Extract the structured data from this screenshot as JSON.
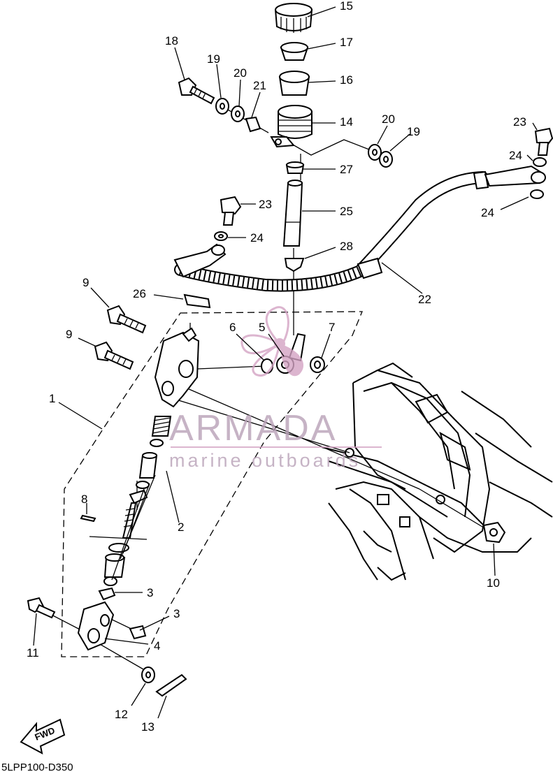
{
  "callouts": [
    {
      "n": "1"
    },
    {
      "n": "2"
    },
    {
      "n": "3"
    },
    {
      "n": "3"
    },
    {
      "n": "4"
    },
    {
      "n": "5"
    },
    {
      "n": "6"
    },
    {
      "n": "7"
    },
    {
      "n": "8"
    },
    {
      "n": "9"
    },
    {
      "n": "9"
    },
    {
      "n": "10"
    },
    {
      "n": "11"
    },
    {
      "n": "12"
    },
    {
      "n": "13"
    },
    {
      "n": "14"
    },
    {
      "n": "15"
    },
    {
      "n": "16"
    },
    {
      "n": "17"
    },
    {
      "n": "18"
    },
    {
      "n": "19"
    },
    {
      "n": "19"
    },
    {
      "n": "20"
    },
    {
      "n": "20"
    },
    {
      "n": "21"
    },
    {
      "n": "22"
    },
    {
      "n": "23"
    },
    {
      "n": "23"
    },
    {
      "n": "24"
    },
    {
      "n": "24"
    },
    {
      "n": "24"
    },
    {
      "n": "25"
    },
    {
      "n": "26"
    },
    {
      "n": "27"
    },
    {
      "n": "28"
    }
  ],
  "drawing_code": "5LPP100-D350",
  "fwd_label": "FWD",
  "watermark": {
    "brand": "ARMADA",
    "tagline": "marine outboards",
    "color": "#d4a3c4"
  },
  "colors": {
    "line": "#000000",
    "background": "#ffffff"
  }
}
